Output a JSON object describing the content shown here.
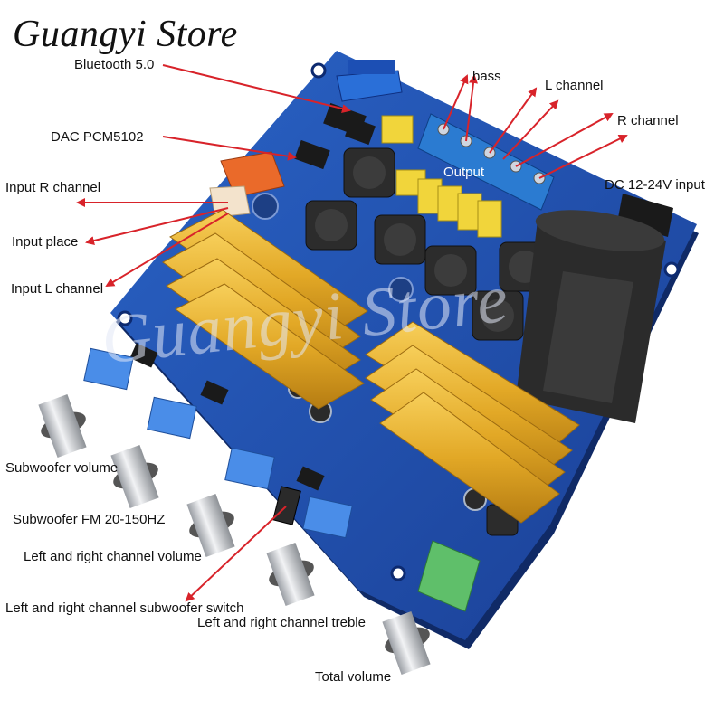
{
  "store_title": "Guangyi Store",
  "watermark": "Guangyi Store",
  "output_label": "Output",
  "labels": {
    "bluetooth": "Bluetooth 5.0",
    "dac": "DAC PCM5102",
    "input_r": "Input R channel",
    "input_place": "Input place",
    "input_l": "Input L channel",
    "bass": "bass",
    "l_channel": "L channel",
    "r_channel": "R channel",
    "dc_input": "DC 12-24V input",
    "sub_volume": "Subwoofer volume",
    "sub_fm": "Subwoofer FM 20-150HZ",
    "lr_volume": "Left and right channel volume",
    "sub_switch": "Left and right channel subwoofer switch",
    "lr_treble": "Left and right channel treble",
    "total_volume": "Total volume"
  },
  "colors": {
    "pcb_blue": "#1f4fae",
    "heatsink_gold": "#e2a826",
    "arrow_red": "#d8232a",
    "terminal_blue": "#2b7bd1",
    "capacitor_yellow": "#f1d53b",
    "connector_green": "#5fbf6a",
    "knob_silver": "#d8dadd"
  }
}
